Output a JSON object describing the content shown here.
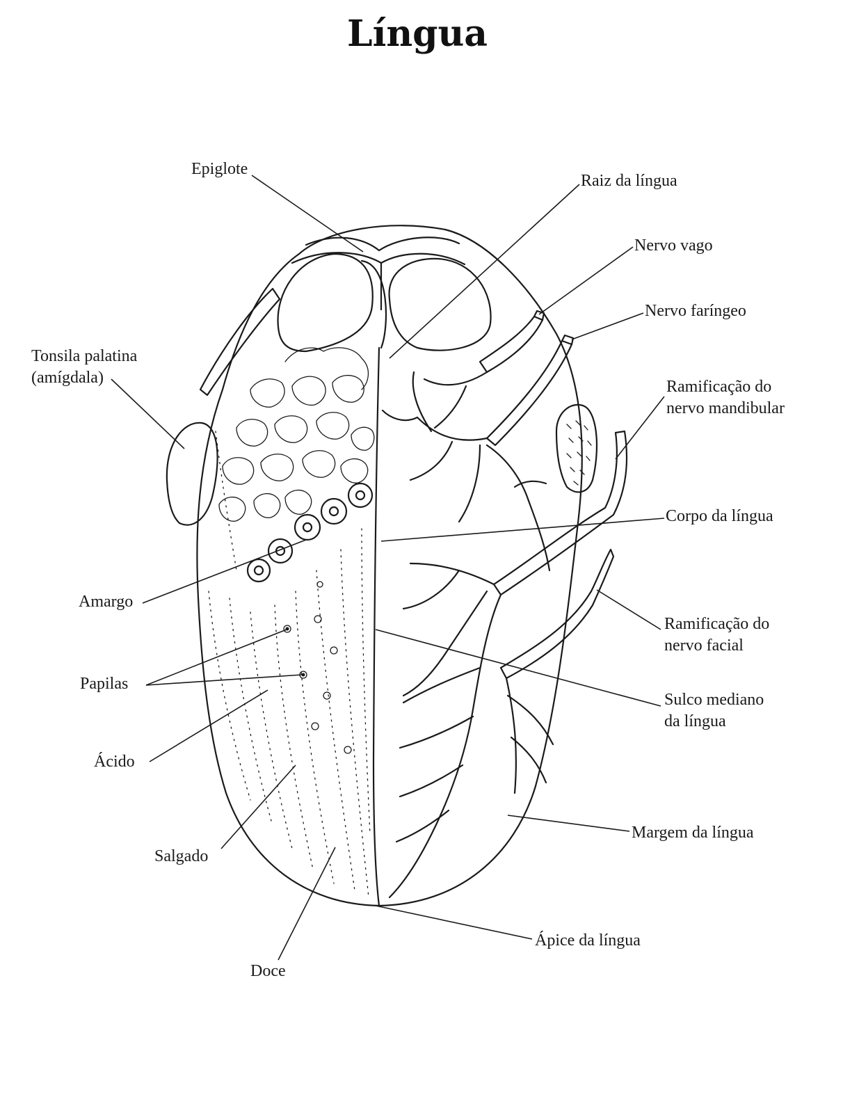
{
  "title": "Língua",
  "labels": {
    "epiglote": "Epiglote",
    "raiz": "Raiz da língua",
    "nervo_vago": "Nervo vago",
    "nervo_faringeo": "Nervo faríngeo",
    "tonsila": [
      "Tonsila palatina",
      "(amígdala)"
    ],
    "ramificacao_mandibular": [
      "Ramificação do",
      "nervo mandibular"
    ],
    "corpo": "Corpo da língua",
    "amargo": "Amargo",
    "ramificacao_facial": [
      "Ramificação do",
      "nervo facial"
    ],
    "papilas": "Papilas",
    "sulco": [
      "Sulco mediano",
      "da língua"
    ],
    "acido": "Ácido",
    "margem": "Margem da língua",
    "salgado": "Salgado",
    "apice": "Ápice da língua",
    "doce": "Doce"
  }
}
